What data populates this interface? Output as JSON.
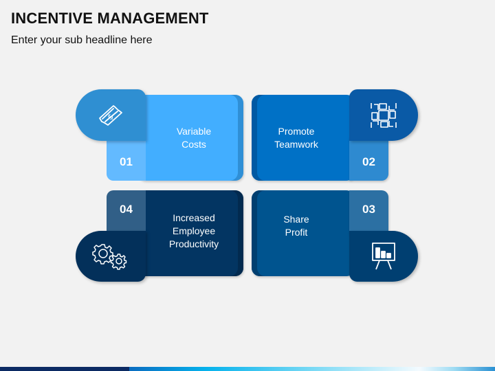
{
  "header": {
    "title": "INCENTIVE MANAGEMENT",
    "subtitle": "Enter your sub headline here"
  },
  "items": [
    {
      "number": "01",
      "label": "Variable\nCosts",
      "icon": "money-bill-icon",
      "card_color": "#42aeff",
      "card_edge": "#2f8fd6",
      "pill_color": "#2f8fd2",
      "number_bg": "#63baff"
    },
    {
      "number": "02",
      "label": "Promote\nTeamwork",
      "icon": "teamwork-hands-icon",
      "card_color": "#0071c6",
      "card_edge": "#0059a3",
      "pill_color": "#0a5aa6",
      "number_bg": "#2e8ad0"
    },
    {
      "number": "03",
      "label": "Share\nProfit",
      "icon": "presentation-chart-icon",
      "card_color": "#00548f",
      "card_edge": "#003f70",
      "pill_color": "#003f71",
      "number_bg": "#2c70a3"
    },
    {
      "number": "04",
      "label": "Increased\nEmployee\nProductivity",
      "icon": "gears-icon",
      "card_color": "#033562",
      "card_edge": "#022a4f",
      "pill_color": "#03305a",
      "number_bg": "#315f87"
    }
  ],
  "colors": {
    "background": "#f2f2f2",
    "bottom_bar_dark": "#0b2a63"
  }
}
